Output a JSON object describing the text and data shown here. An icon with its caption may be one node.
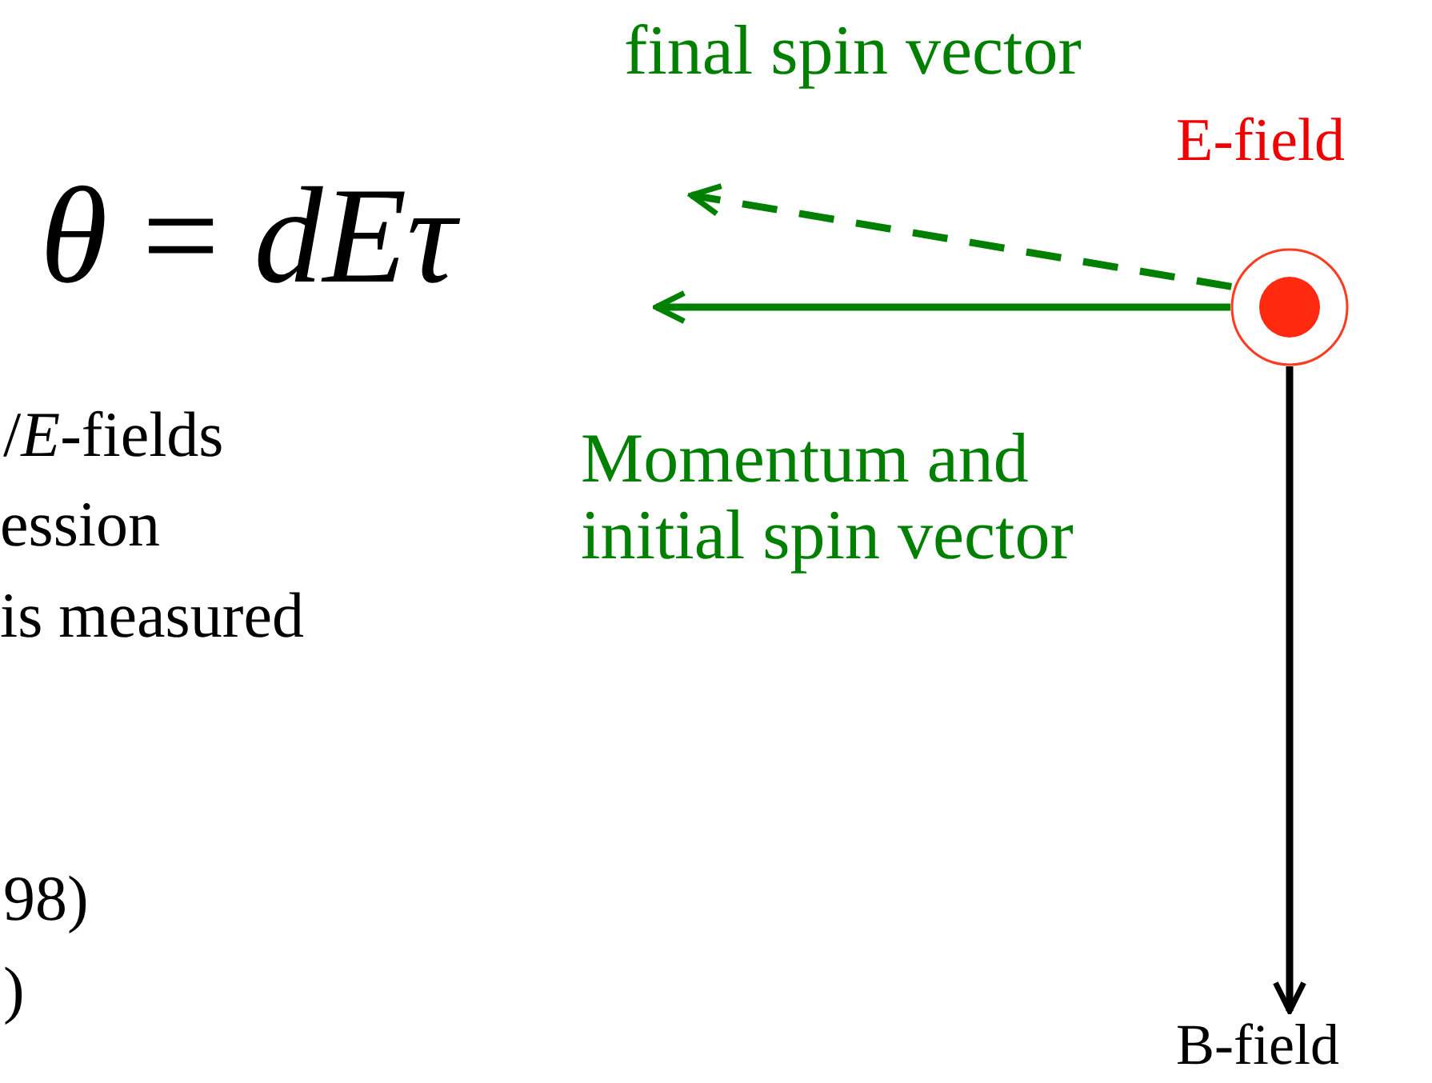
{
  "diagram": {
    "nodes": [
      {
        "text": [],
        "shape": "circle",
        "beside": [
          "E-field"
        ]
      },
      {
        "text": [
          "B-field"
        ]
      }
    ],
    "edges": [
      {
        "from": 0,
        "to": null,
        "arrow": "to",
        "label": "Momentum and initial spin vector",
        "color": "#008000"
      },
      {
        "from": 0,
        "to": null,
        "arrow": "to",
        "label": "final spin vector",
        "style": "dashed",
        "color": "#008000"
      },
      {
        "from": 0,
        "to": 1,
        "arrow": "to",
        "color": "#000000"
      }
    ],
    "labels": [
      "*θ* = *dEτ*",
      "/*E*-fields",
      "ession",
      "is measured",
      "98)",
      ")"
    ]
  }
}
